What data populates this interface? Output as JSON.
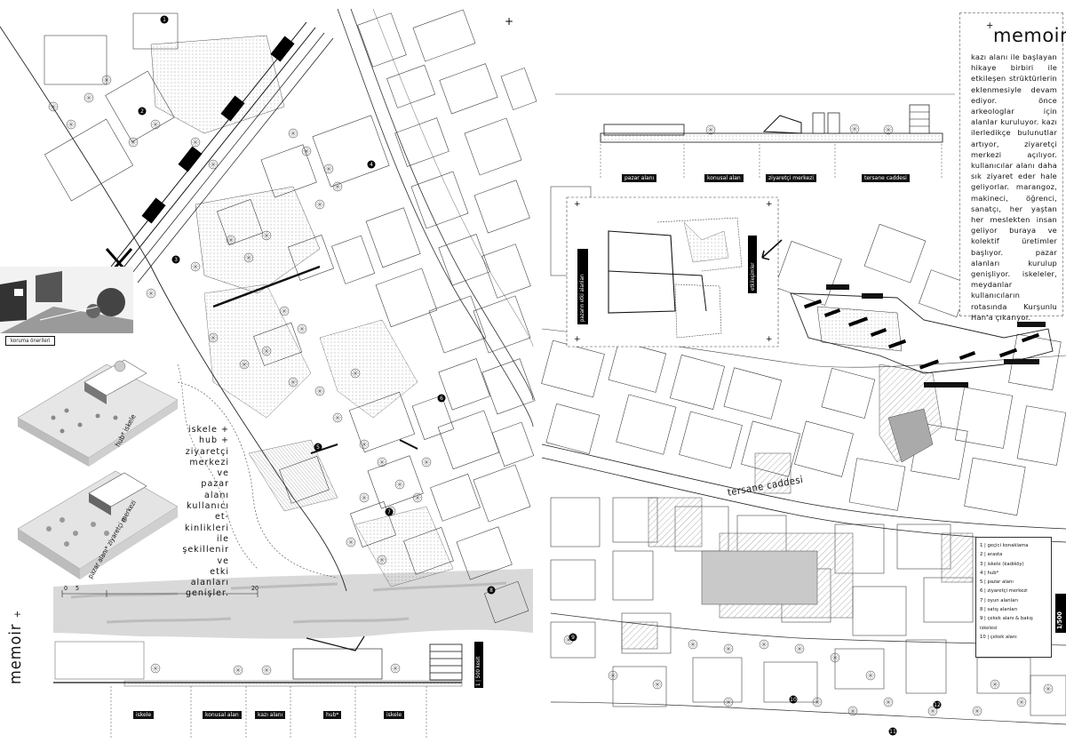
{
  "left_sheet": {
    "title": "memoir",
    "title_plus": "+",
    "center_text_lines": [
      "iskele +",
      "hub +",
      "ziyaretçi",
      "merkezi",
      "ve",
      "pazar alanı",
      "kullanıcı et-",
      "kinlikleri ile",
      "şekillenir ve",
      "etki alanları",
      "genişler."
    ],
    "koruma_label": "koruma önerileri",
    "axo_top_label": "hub* iskele",
    "axo_bottom_label": "pazar alanı* ziyaretçi merkezi",
    "scale_marks": [
      "0",
      "5",
      "20"
    ],
    "section_tags": [
      "iskele",
      "konusal alan",
      "kazı alanı",
      "hub*",
      "iskele"
    ],
    "section_scale": "1 | 500 kesit",
    "plan_numbers": [
      "1",
      "2",
      "3",
      "4",
      "5",
      "6",
      "7",
      "8"
    ]
  },
  "right_sheet": {
    "memoir_title": "memoir",
    "memoir_plus": "+",
    "memoir_text": "kazı alanı ile başlayan hikaye birbiri ile etkileşen strüktürlerin eklenmesiyle devam ediyor. önce arkeologlar için alanlar kuruluyor. kazı ilerledikçe bulunutlar artıyor, ziyaretçi merkezi açılıyor. kullanıcılar alanı daha sık ziyaret eder hale geliyorlar. marangoz, makineci, öğrenci, sanatçı, her yaştan her meslekten insan geliyor buraya ve kolektif üretimler başlıyor. pazar alanları kurulup genişliyor. iskeleler, meydanlar kullanıcıların rotasında Kurşunlu Han'a çıkarıyor.",
    "section_tags": [
      "pazar alanı",
      "konusal alan",
      "ziyaretçi merkezi",
      "tersane caddesi"
    ],
    "inset_labels": [
      "etkileşimler",
      "pazarın etki alanları"
    ],
    "street_name": "tersane caddesi",
    "scale_badge": "1/500",
    "plan_numbers": [
      "9",
      "10",
      "11",
      "12"
    ],
    "legend": [
      "1 | geçici konaklama",
      "2 | arasta",
      "3 | iskele (kadıköy)",
      "4 | hub*",
      "5 | pazar alanı",
      "6 | ziyaretçi merkezi",
      "7 | oyun alanları",
      "8 | satış alanları",
      "9 | çekek alanı & bakış",
      "iskelesi",
      "10 | çekek alanı"
    ]
  },
  "colors": {
    "background": "#ffffff",
    "ink": "#111111",
    "water_gray": "#d6d6d6",
    "plaza_gray": "#c8c8c8"
  }
}
